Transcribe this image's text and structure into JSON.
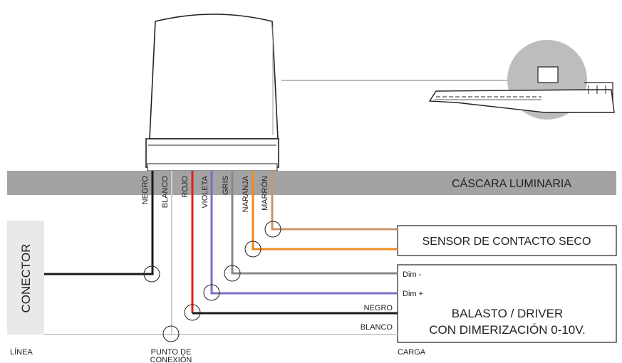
{
  "shell": {
    "label": "CÁSCARA LUMINARIA"
  },
  "wires": {
    "negro": "NEGRO",
    "blanco": "BLANCO",
    "rojo": "ROJO",
    "violeta": "VIOLETA",
    "gris": "GRIS",
    "naranja": "NARANJA",
    "marron": "MARRÓN"
  },
  "connector": {
    "label": "CONECTOR"
  },
  "sensor": {
    "label": "SENSOR DE CONTACTO SECO"
  },
  "driver": {
    "line1": "BALASTO / DRIVER",
    "line2": "CON DIMERIZACIÓN 0-10V.",
    "dim_minus": "Dim -",
    "dim_plus": "Dim +",
    "negro": "NEGRO",
    "blanco": "BLANCO"
  },
  "bottom": {
    "linea": "LÍNEA",
    "punto_line1": "PUNTO DE",
    "punto_line2": "CONEXIÓN",
    "carga": "CARGA"
  },
  "colors": {
    "negro": "#1a1a1a",
    "blanco": "#cfcfcf",
    "rojo": "#e02020",
    "violeta": "#7a6fc4",
    "gris": "#8a8a8a",
    "naranja": "#ef8a1f",
    "marron": "#c9956a",
    "shell_band": "#a3a3a3"
  }
}
